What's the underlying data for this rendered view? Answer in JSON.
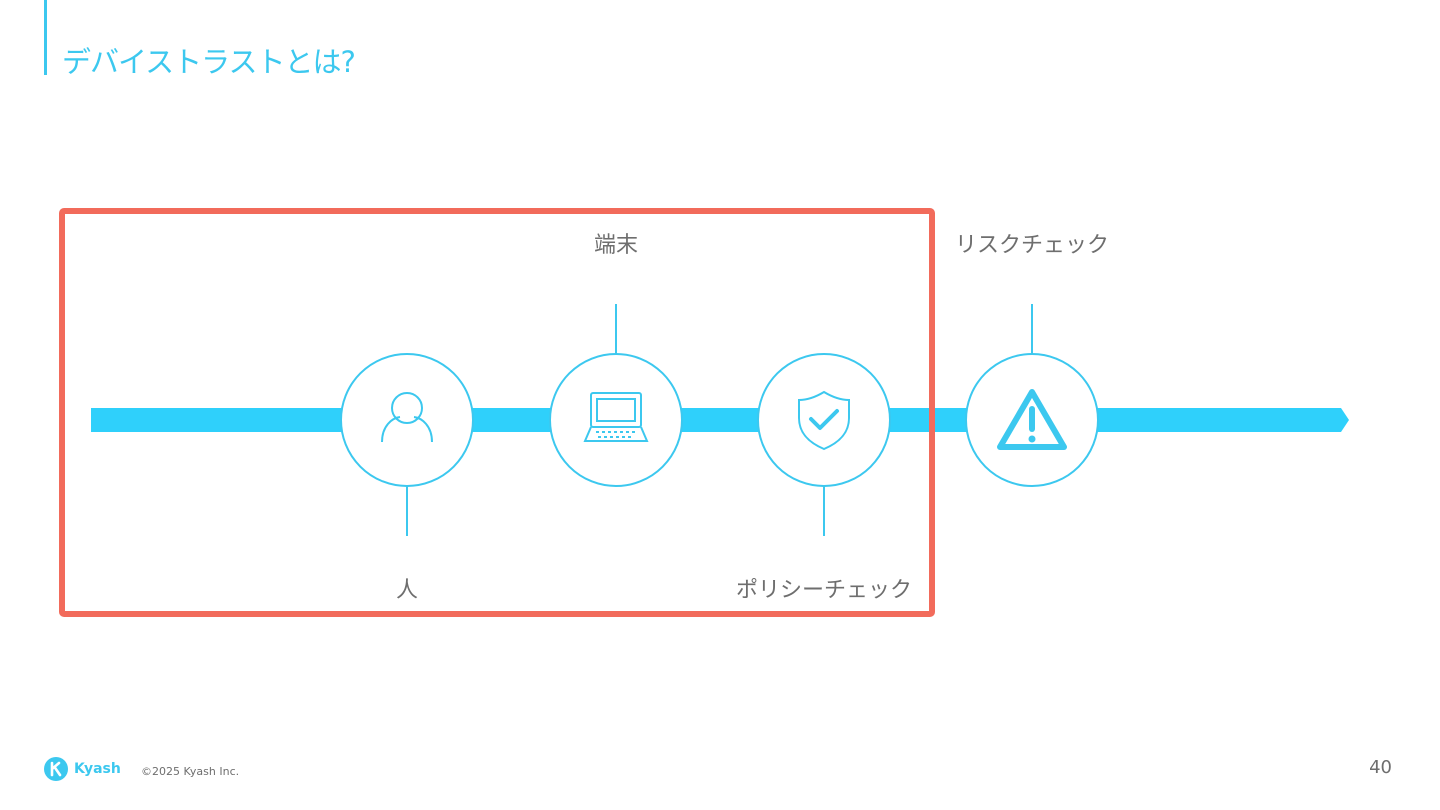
{
  "slide": {
    "title": "デバイストラストとは?",
    "page_number": "40"
  },
  "diagram": {
    "nodes": [
      {
        "id": "person",
        "label": "人",
        "label_side": "below",
        "icon": "person-icon"
      },
      {
        "id": "device",
        "label": "端末",
        "label_side": "above",
        "icon": "laptop-icon"
      },
      {
        "id": "policy",
        "label": "ポリシーチェック",
        "label_side": "below",
        "icon": "shield-check-icon"
      },
      {
        "id": "risk",
        "label": "リスクチェック",
        "label_side": "above",
        "icon": "warning-icon"
      }
    ],
    "highlight_color": "#f26b5b",
    "accent_color": "#2fd0fb",
    "circle_stroke_color": "#3cc8ef"
  },
  "footer": {
    "brand": "Kyash",
    "copyright": "©2025 Kyash Inc."
  }
}
